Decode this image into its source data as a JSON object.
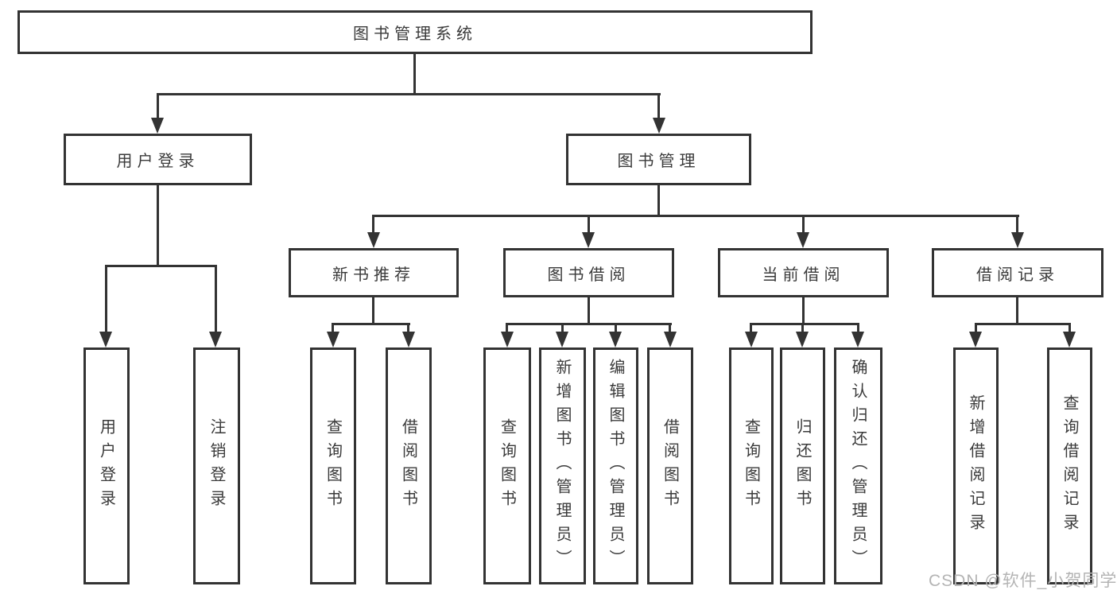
{
  "colors": {
    "line": "#333333",
    "text": "#3a3a3a",
    "box_bg": "#ffffff",
    "page_bg": "#ffffff",
    "watermark": "#b4b4b4"
  },
  "watermark": "CSDN @软件_小贺同学",
  "tree": {
    "label": "图书管理系统",
    "children": [
      {
        "label": "用户登录",
        "children": [
          {
            "label": "用户登录"
          },
          {
            "label": "注销登录"
          }
        ]
      },
      {
        "label": "图书管理",
        "children": [
          {
            "label": "新书推荐",
            "children": [
              {
                "label": "查询图书"
              },
              {
                "label": "借阅图书"
              }
            ]
          },
          {
            "label": "图书借阅",
            "children": [
              {
                "label": "查询图书"
              },
              {
                "label": "新增图书（管理员）"
              },
              {
                "label": "编辑图书（管理员）"
              },
              {
                "label": "借阅图书"
              }
            ]
          },
          {
            "label": "当前借阅",
            "children": [
              {
                "label": "查询图书"
              },
              {
                "label": "归还图书"
              },
              {
                "label": "确认归还（管理员）"
              }
            ]
          },
          {
            "label": "借阅记录",
            "children": [
              {
                "label": "新增借阅记录"
              },
              {
                "label": "查询借阅记录"
              }
            ]
          }
        ]
      }
    ]
  }
}
